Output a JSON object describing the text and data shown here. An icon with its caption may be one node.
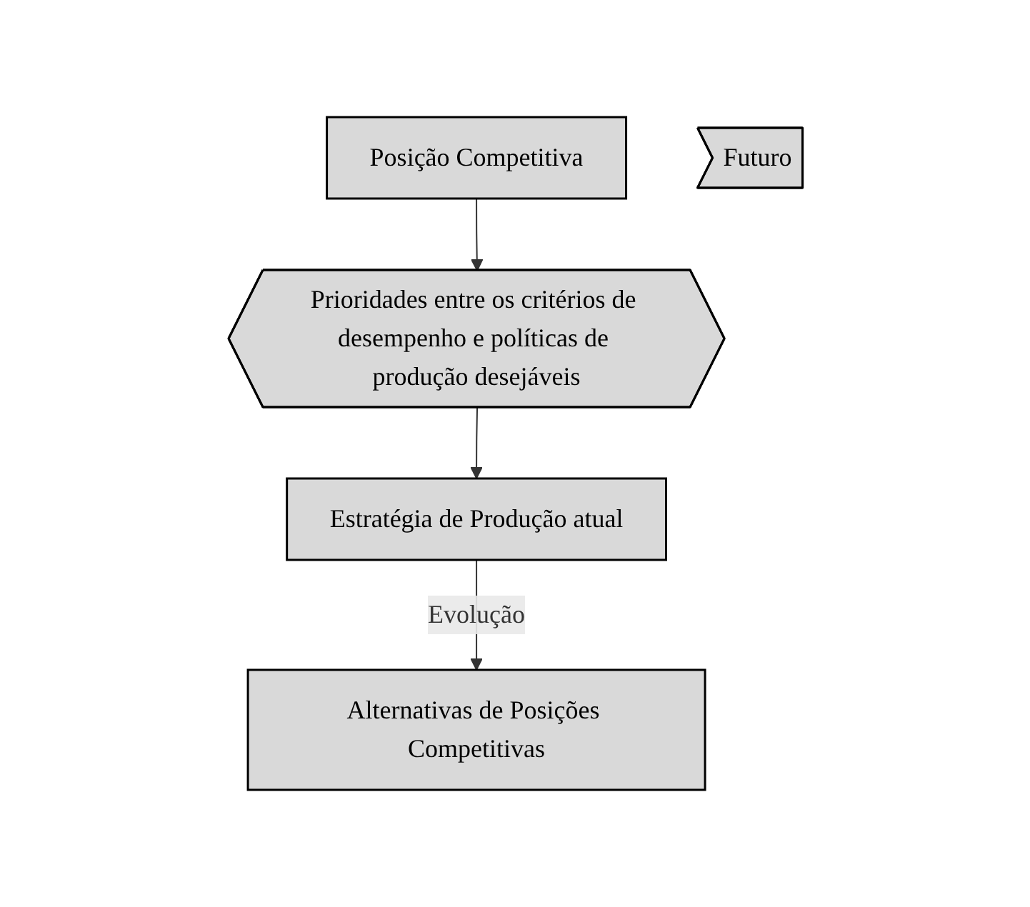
{
  "diagram": {
    "nodes": [
      {
        "text": [
          "Posição Competitiva"
        ]
      },
      {
        "text": [
          "Prioridades entre os critérios de desempenho e políticas de produção desejáveis"
        ]
      },
      {
        "text": [
          "Estratégia de Produção atual"
        ]
      },
      {
        "text": [
          "Alternativas de Posições Competitivas"
        ]
      },
      {
        "text": [
          "Futuro"
        ]
      }
    ],
    "edges": [
      {
        "from": 0,
        "to": 1,
        "arrow": "to"
      },
      {
        "from": 1,
        "to": 2,
        "arrow": "to"
      },
      {
        "from": 2,
        "to": 3,
        "arrow": "to",
        "label": "Evolução"
      }
    ]
  }
}
